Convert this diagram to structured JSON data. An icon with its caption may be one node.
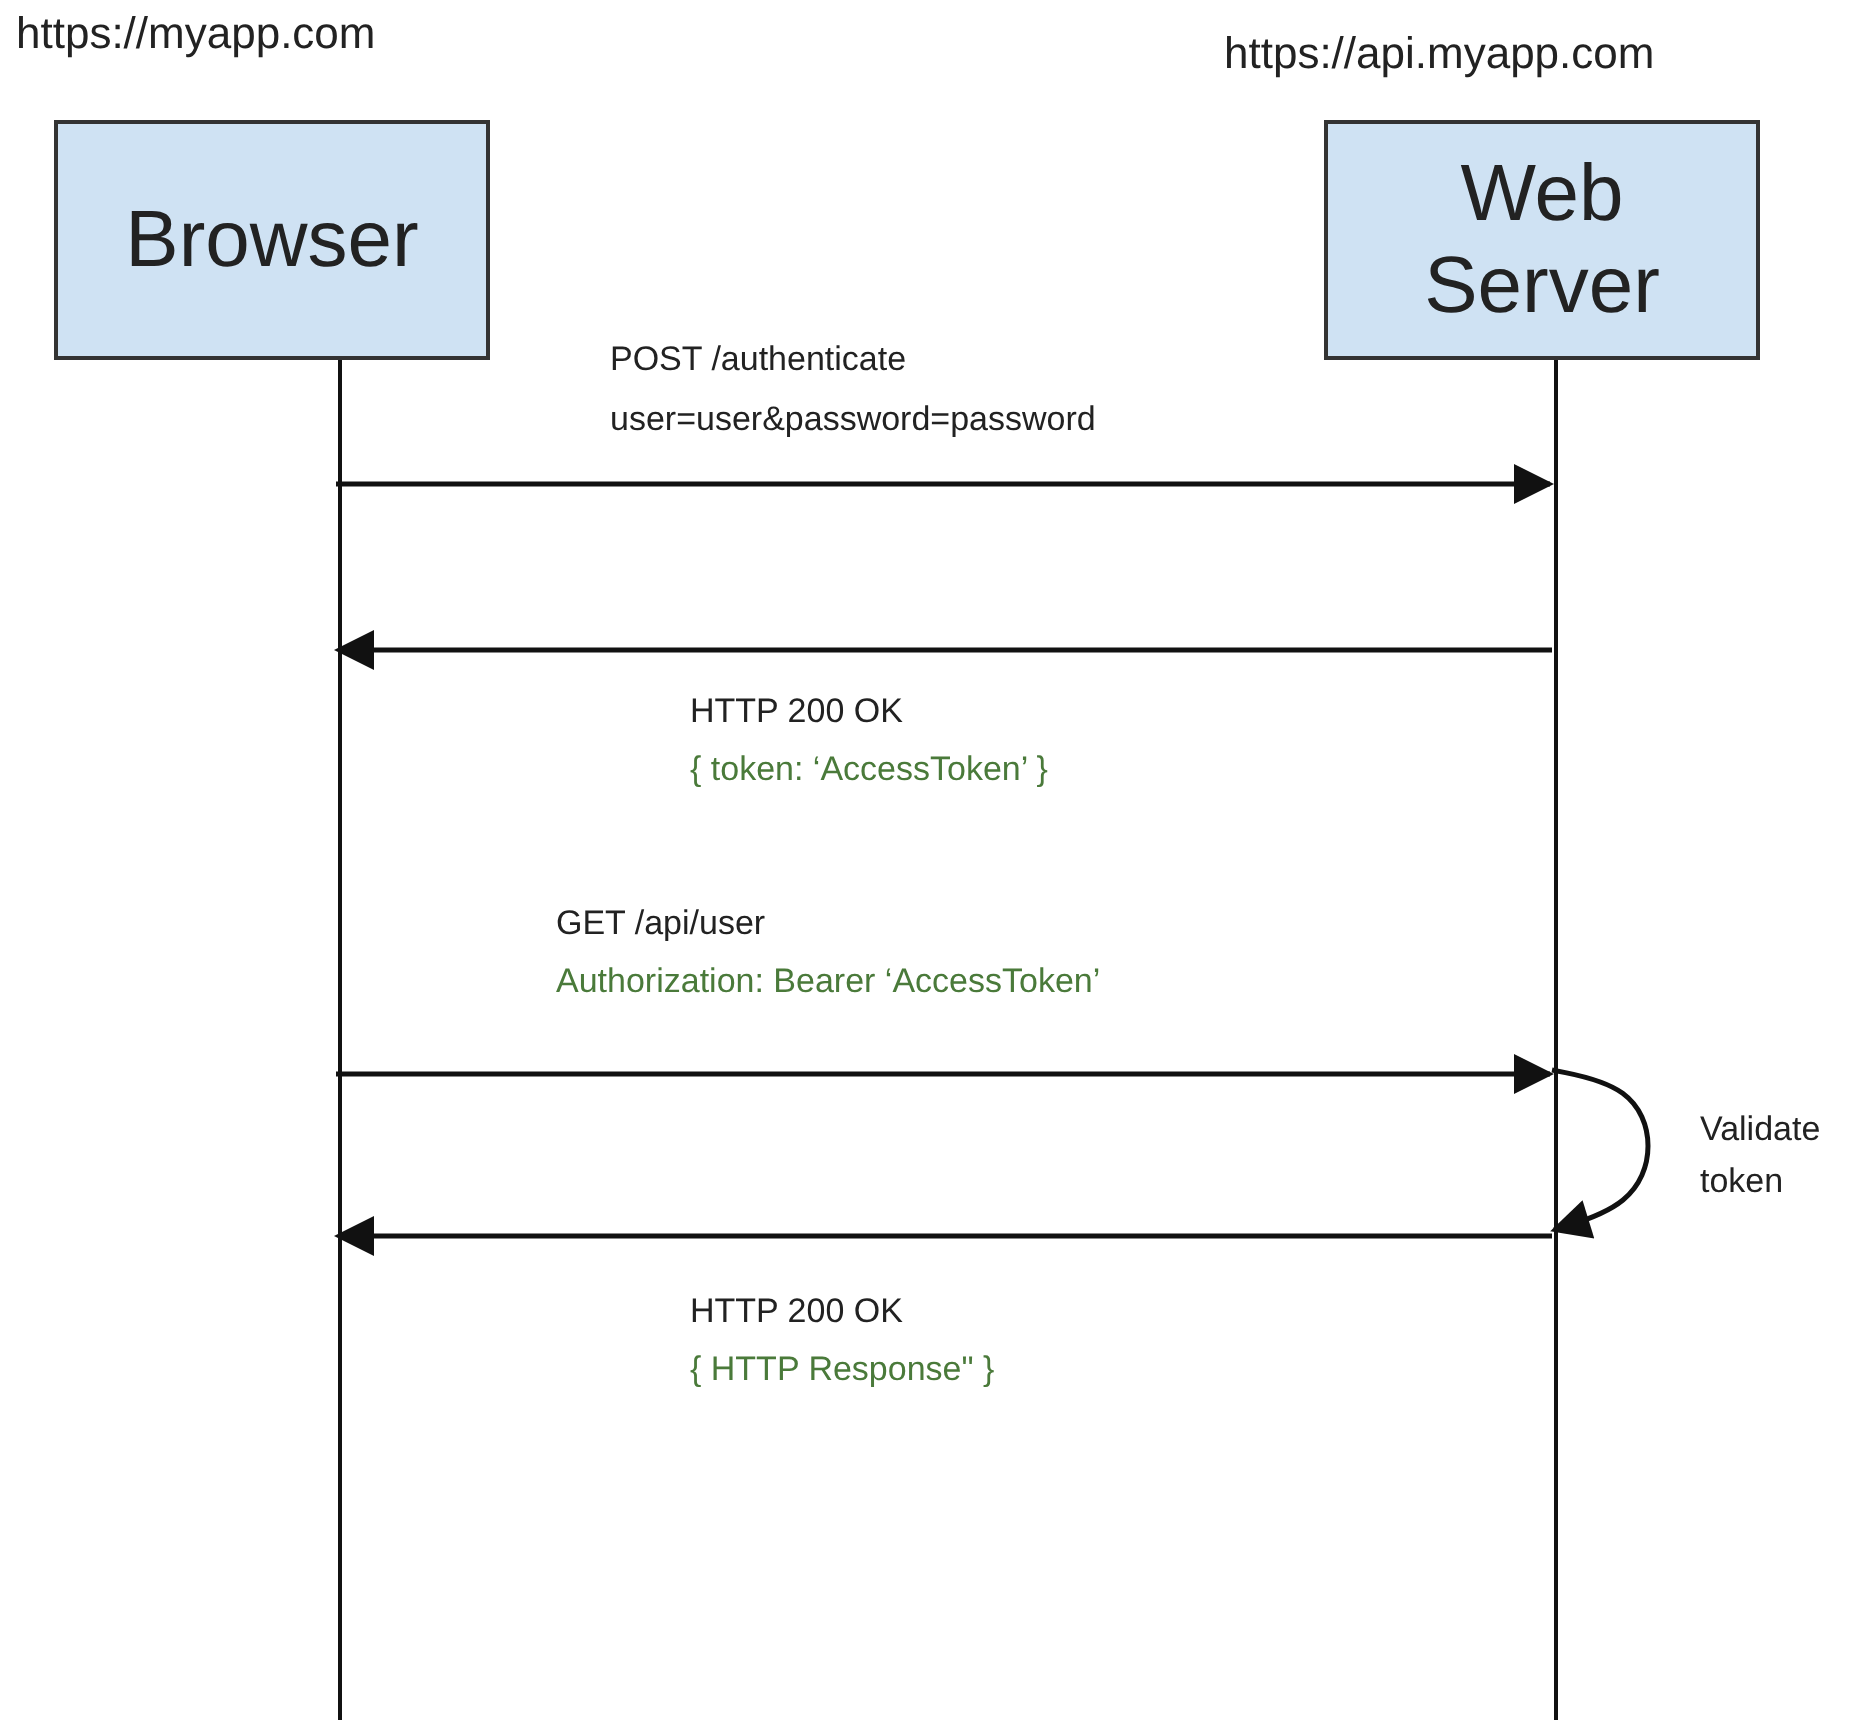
{
  "diagram": {
    "nodes": [
      {
        "text": [
          "Browser"
        ],
        "beside": [
          "https://myapp.com"
        ]
      },
      {
        "text": [
          "Web Server"
        ],
        "beside": [
          "https://api.myapp.com"
        ]
      }
    ],
    "edges": [
      {
        "from": 0,
        "to": 1,
        "arrow": "to",
        "label": "POST /authenticate"
      },
      {
        "from": 1,
        "to": 0,
        "arrow": "to",
        "label": "HTTP 200 OK"
      },
      {
        "from": 0,
        "to": 1,
        "arrow": "to",
        "label": "GET /api/user"
      },
      {
        "from": 1,
        "to": 1,
        "arrow": "to",
        "label": "Validate token"
      },
      {
        "from": 1,
        "to": 0,
        "arrow": "to",
        "label": "HTTP 200 OK"
      }
    ],
    "labels": [
      "user=user&password=password",
      "{ token: ‘AccessToken’ }",
      "Authorization: Bearer ‘AccessToken’",
      "{ HTTP Response\" }"
    ]
  }
}
